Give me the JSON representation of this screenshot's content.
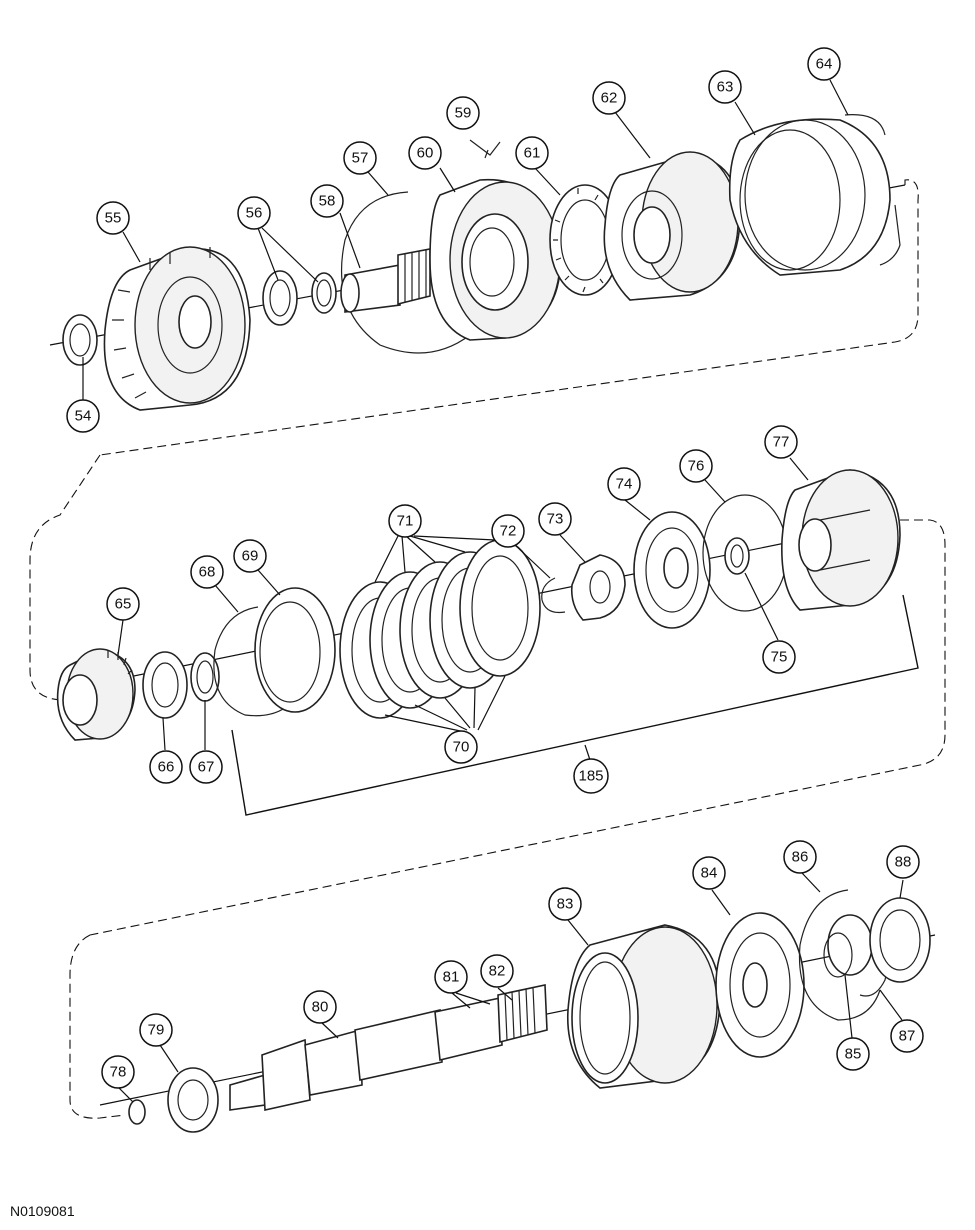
{
  "figure_code": "N0109081",
  "callouts": [
    "54",
    "55",
    "56",
    "57",
    "58",
    "59",
    "60",
    "61",
    "62",
    "63",
    "64",
    "65",
    "66",
    "67",
    "68",
    "69",
    "70",
    "71",
    "72",
    "73",
    "74",
    "75",
    "76",
    "77",
    "78",
    "79",
    "80",
    "81",
    "82",
    "83",
    "84",
    "85",
    "86",
    "87",
    "88",
    "185"
  ]
}
